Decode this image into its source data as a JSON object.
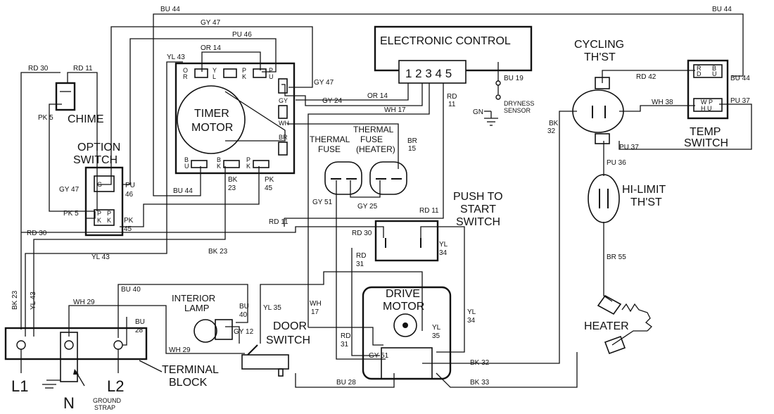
{
  "components": {
    "electronic_control": "ELECTRONIC CONTROL",
    "control_pins": "1 2 3 4 5",
    "cycling_thst": [
      "CYCLING",
      "TH'ST"
    ],
    "temp_switch": [
      "TEMP",
      "SWITCH"
    ],
    "timer_motor": [
      "TIMER",
      "MOTOR"
    ],
    "chime": "CHIME",
    "option_switch": [
      "OPTION",
      "SWITCH"
    ],
    "thermal_fuse": [
      "THERMAL",
      "FUSE"
    ],
    "thermal_fuse_heater": [
      "THERMAL",
      "FUSE",
      "(HEATER)"
    ],
    "push_to_start": [
      "PUSH TO",
      "START",
      "SWITCH"
    ],
    "hi_limit": [
      "HI-LIMIT",
      "TH'ST"
    ],
    "interior_lamp": [
      "INTERIOR",
      "LAMP"
    ],
    "door_switch": [
      "DOOR",
      "SWITCH"
    ],
    "drive_motor": [
      "DRIVE",
      "MOTOR"
    ],
    "heater": "HEATER",
    "terminal_block": [
      "TERMINAL",
      "BLOCK"
    ],
    "dryness_sensor": [
      "DRYNESS",
      "SENSOR"
    ],
    "ground_strap": [
      "GROUND",
      "STRAP"
    ],
    "gn": "GN",
    "l1": "L1",
    "l2": "L2",
    "n": "N"
  },
  "wires": {
    "bu44_top": "BU 44",
    "bu44_top_right": "BU 44",
    "gy47_top": "GY 47",
    "pu46_top": "PU 46",
    "or14_timer": "OR 14",
    "yl43_timer": "YL 43",
    "rd30_top": "RD 30",
    "rd11_top": "RD 11",
    "pk5_chime": "PK 5",
    "gy47_timer": "GY 47",
    "or14_ctrl": "OR 14",
    "gy24": "GY 24",
    "wh17_ctrl": "WH 17",
    "bu19": "BU 19",
    "rd11_ctrl": [
      "RD",
      "11"
    ],
    "br15": [
      "BR",
      "15"
    ],
    "rd42": "RD 42",
    "wh38": "WH 38",
    "bu44_temp": "BU 44",
    "pu37_right": "PU 37",
    "pu37_below": "PU 37",
    "bk32_cyc": [
      "BK",
      "32"
    ],
    "pu36": "PU 36",
    "br55": "BR 55",
    "gy47_opt": "GY 47",
    "pu46_opt": [
      "PU",
      "46"
    ],
    "bu44_mid": "BU 44",
    "bk23_timer": [
      "BK",
      "23"
    ],
    "pk45_timer": [
      "PK",
      "45"
    ],
    "pk5_opt": "PK 5",
    "pk45_opt": [
      "PK",
      "45"
    ],
    "gy51_fuse": "GY 51",
    "gy25": "GY 25",
    "rd11_mid": "RD 11",
    "rd11_low": "RD 11",
    "rd30_mid": "RD 30",
    "rd30_push": "RD 30",
    "rd31_push": [
      "RD",
      "31"
    ],
    "yl34_push": [
      "YL",
      "34"
    ],
    "bk23_mid": "BK 23",
    "yl43_mid": "YL 43",
    "bk23_left": "BK 23",
    "yl43_left": "YL 43",
    "bu40_top": "BU 40",
    "bu40_lamp": [
      "BU",
      "40"
    ],
    "wh29_top": "WH 29",
    "bu28_term": [
      "BU",
      "28"
    ],
    "yl35_door": "YL 35",
    "gy12": "GY 12",
    "wh29_low": "WH 29",
    "wh17_low": [
      "WH",
      "17"
    ],
    "rd31_low": [
      "RD",
      "31"
    ],
    "gy51_motor": "GY 51",
    "yl34_motor": [
      "YL",
      "34"
    ],
    "yl35_motor": [
      "YL",
      "35"
    ],
    "bk32_motor": "BK 32",
    "bk33": "BK 33",
    "bu28_low": "BU 28"
  },
  "pins": {
    "timer_or": [
      "O",
      "R"
    ],
    "timer_yl": [
      "Y",
      "L"
    ],
    "timer_pk": [
      "P",
      "K"
    ],
    "timer_pu": [
      "P",
      "U"
    ],
    "timer_gy": "GY",
    "timer_wh": "WH",
    "timer_br": "BR",
    "timer_bu": [
      "B",
      "U"
    ],
    "timer_bk": [
      "B",
      "K"
    ],
    "timer_pk2": [
      "P",
      "K"
    ],
    "opt_g": "G",
    "opt_p": "P",
    "opt_p2": "P",
    "opt_k": "K",
    "opt_k2": "K",
    "temp_r": "R",
    "temp_d": "D",
    "temp_b": "B",
    "temp_u": "U",
    "temp_wp": "W P",
    "temp_hu": "H U"
  }
}
